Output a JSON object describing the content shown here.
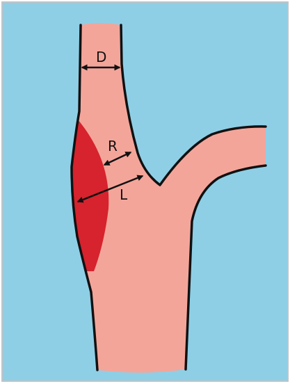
{
  "labels": {
    "diameter": "D",
    "residual": "R",
    "lesion": "L"
  },
  "colors": {
    "background": "#8ECFE6",
    "vessel": "#F4A59A",
    "plaque": "#D6232E",
    "outline": "#111111",
    "frame_border": "#BFC3C7"
  }
}
